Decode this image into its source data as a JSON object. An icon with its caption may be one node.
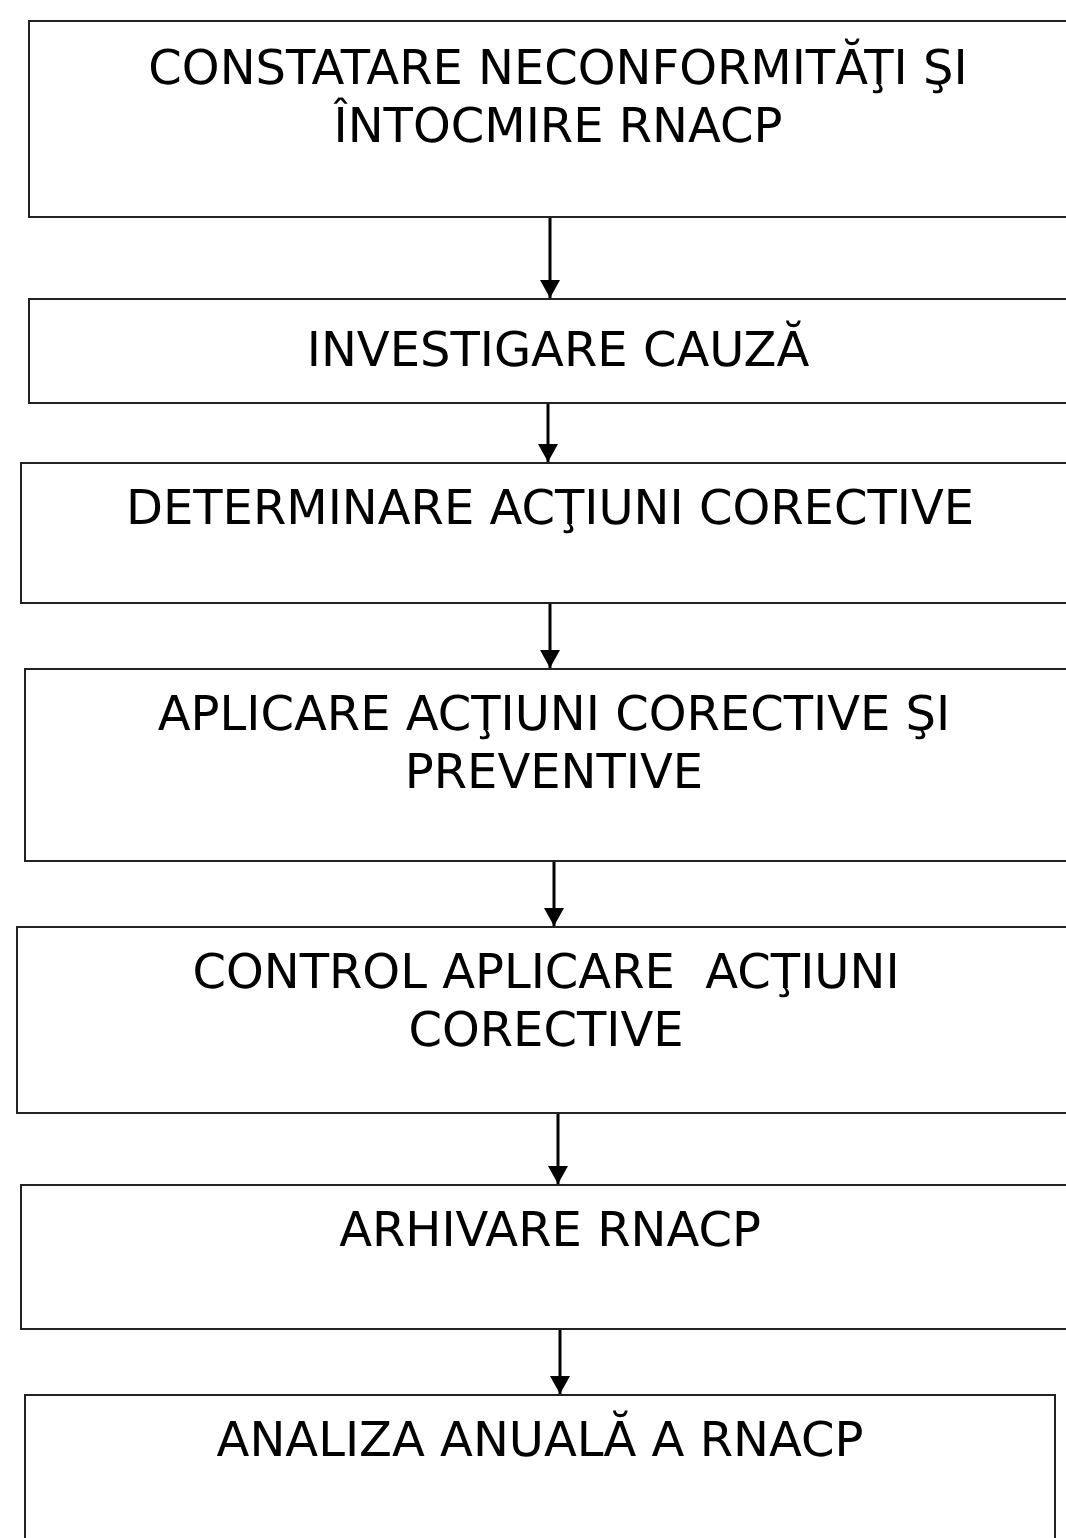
{
  "diagram": {
    "nodes": [
      {
        "text": [
          "CONSTATARE NECONFORMITĂŢI ŞI ÎNTOCMIRE RNACP"
        ]
      },
      {
        "text": [
          "INVESTIGARE CAUZĂ"
        ]
      },
      {
        "text": [
          "DETERMINARE ACŢIUNI CORECTIVE"
        ]
      },
      {
        "text": [
          "APLICARE ACŢIUNI CORECTIVE ŞI PREVENTIVE"
        ]
      },
      {
        "text": [
          "CONTROL APLICARE  ACŢIUNI CORECTIVE"
        ]
      },
      {
        "text": [
          "ARHIVARE RNACP"
        ]
      },
      {
        "text": [
          "ANALIZA ANUALĂ A RNACP"
        ]
      }
    ],
    "edges": [
      {
        "from": 0,
        "to": 1,
        "arrow": "to"
      },
      {
        "from": 1,
        "to": 2,
        "arrow": "to"
      },
      {
        "from": 2,
        "to": 3,
        "arrow": "to"
      },
      {
        "from": 3,
        "to": 4,
        "arrow": "to"
      },
      {
        "from": 4,
        "to": 5,
        "arrow": "to"
      },
      {
        "from": 5,
        "to": 6,
        "arrow": "to"
      }
    ]
  }
}
